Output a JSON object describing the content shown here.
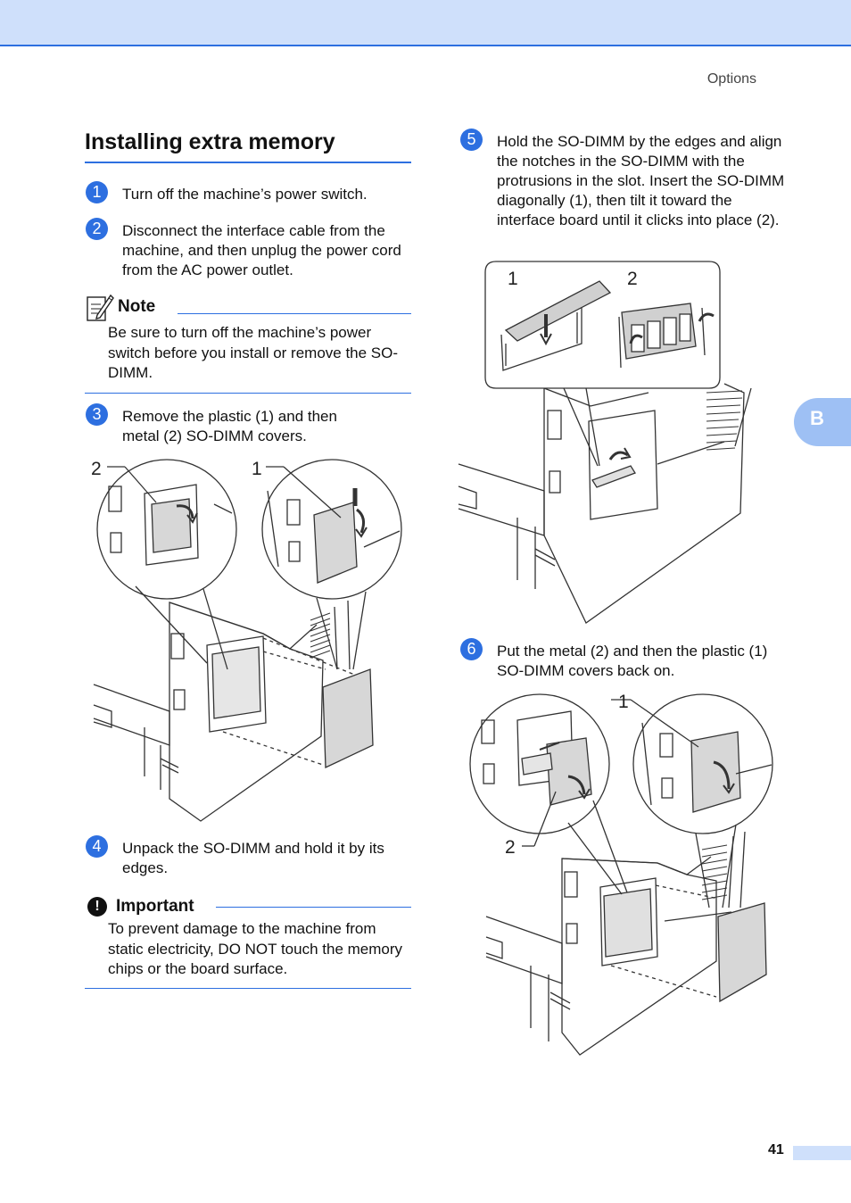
{
  "header": {
    "section": "Options"
  },
  "side_tab": {
    "label": "B"
  },
  "footer": {
    "page_number": "41"
  },
  "heading": "Installing extra memory",
  "steps": [
    {
      "num": "1",
      "text": "Turn off the machine’s power switch."
    },
    {
      "num": "2",
      "text": "Disconnect the interface cable from the machine, and then unplug the power cord from the AC power outlet."
    },
    {
      "num": "3",
      "text": "Remove the plastic (1) and then metal (2) SO-DIMM covers."
    },
    {
      "num": "4",
      "text": "Unpack the SO-DIMM and hold it by its edges."
    },
    {
      "num": "5",
      "text": "Hold the SO-DIMM by the edges and align the notches in the SO-DIMM with the protrusions in the slot. Insert the SO-DIMM diagonally (1), then tilt it toward the interface board until it clicks into place (2)."
    },
    {
      "num": "6",
      "text": "Put the metal (2) and then the plastic (1) SO-DIMM covers back on."
    }
  ],
  "note": {
    "title": "Note",
    "text": "Be sure to turn off the machine’s power switch before you install or remove the SO-DIMM."
  },
  "important": {
    "title": "Important",
    "icon_glyph": "!",
    "text": "To prevent damage to the machine from static electricity, DO NOT touch the memory chips or the board surface."
  },
  "figures": {
    "step3": {
      "callout_left": "2",
      "callout_right": "1"
    },
    "step5": {
      "callout_left": "1",
      "callout_right": "2"
    },
    "step6": {
      "callout_top": "1",
      "callout_bottom": "2"
    }
  },
  "colors": {
    "accent": "#2d6fe0",
    "band": "#cfe0fb",
    "tab": "#9ec0f4"
  }
}
